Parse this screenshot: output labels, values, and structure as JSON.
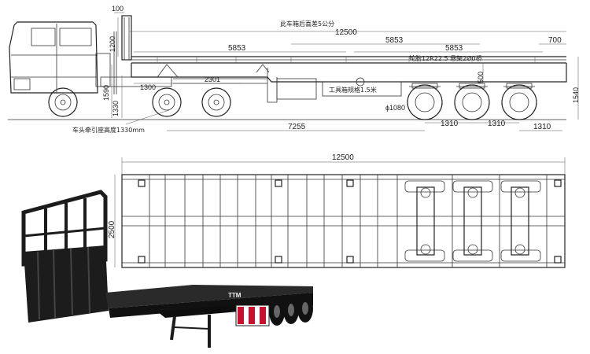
{
  "side_view": {
    "dimensions": {
      "front_height": "100",
      "headboard": "1200",
      "overall_length": "12500",
      "deck_seg1": "5853",
      "deck_seg2": "5853",
      "deck_seg3": "5853",
      "rear_overhang": "700",
      "kingpin_offset": "1300",
      "kingpin_to_axle": "2301",
      "left_height_1": "1590",
      "left_height_2": "1330",
      "center_height": "500",
      "right_height": "1540",
      "tire_dia": "ϕ1080",
      "axle_spacing_1": "1310",
      "axle_spacing_2": "1310",
      "rear_axle_to_end": "1310",
      "kingpin_to_first_axle": "7255"
    },
    "notes": {
      "top_note": "此车箱后喜差5公分",
      "tire_note": "轮胎12R22.5 悬架2Ø0桥",
      "toolbox_note": "工具箱规格1.5米",
      "fifth_wheel_note": "车头牵引座高度1330mm"
    }
  },
  "top_view": {
    "dimensions": {
      "overall_length": "12500",
      "width": "2500"
    }
  },
  "photo": {
    "trailer_brand": "TTM"
  },
  "colors": {
    "line": "#333333",
    "trailer_body": "#1c1c1c",
    "deck": "#2a2a2a",
    "reflector_red": "#c8102e",
    "reflector_white": "#ffffff",
    "sky": "#ffffff"
  }
}
